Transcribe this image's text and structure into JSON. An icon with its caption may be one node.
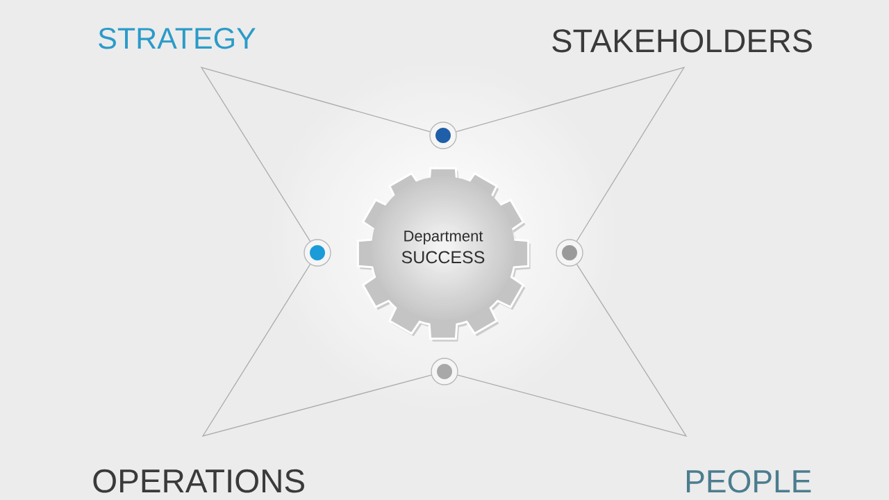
{
  "diagram": {
    "nodes": [
      {
        "text": [],
        "shape": "circle"
      },
      {
        "text": [],
        "shape": "circle"
      },
      {
        "text": [
          "Department",
          "SUCCESS"
        ]
      },
      {
        "text": [],
        "shape": "circle"
      },
      {
        "text": [],
        "shape": "circle"
      }
    ],
    "edges": [
      {
        "from": 0,
        "to": 1,
        "arrow": "none"
      },
      {
        "from": 0,
        "to": 3,
        "arrow": "none"
      },
      {
        "from": 1,
        "to": 4,
        "arrow": "none"
      },
      {
        "from": 3,
        "to": 4,
        "arrow": "none"
      }
    ],
    "labels": [
      "STRATEGY",
      "STAKEHOLDERS",
      "OPERATIONS",
      "PEOPLE"
    ]
  }
}
